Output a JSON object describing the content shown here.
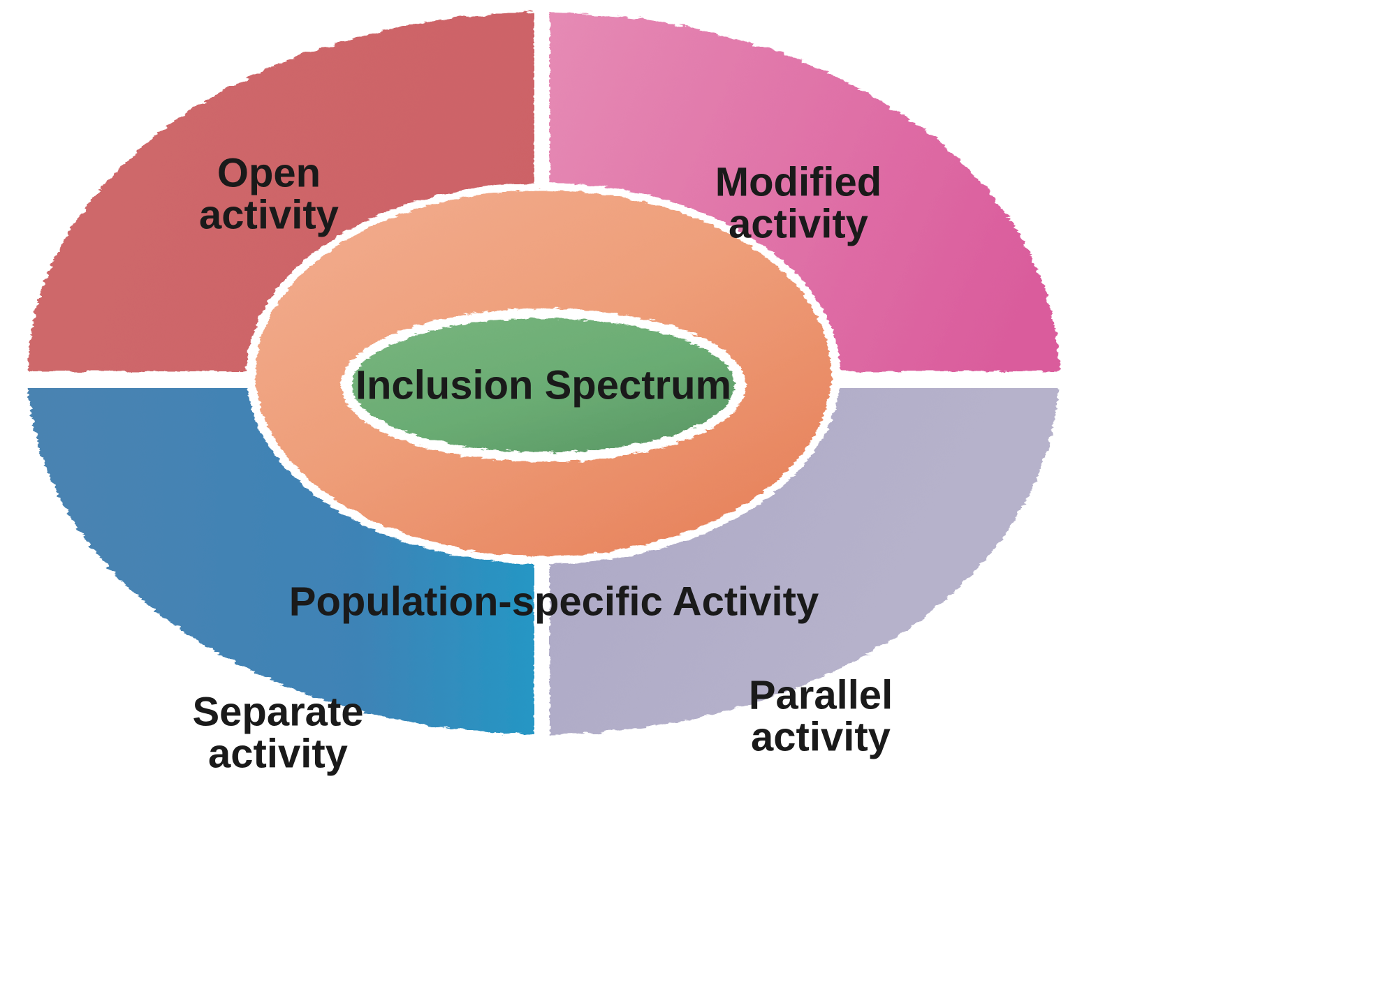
{
  "diagram": {
    "title": "Inclusion Spectrum",
    "type": "concentric-ellipse-quadrant-diagram",
    "core": {
      "label": "Inclusion Spectrum",
      "color": "#6FAF76",
      "color_end": "#5B9A66"
    },
    "middle_ring": {
      "label": "Population-specific Activity",
      "color": "#F0A483",
      "color_end": "#E8825C"
    },
    "quadrants": [
      {
        "id": "open",
        "label_line1": "Open",
        "label_line2": "activity",
        "position": "top-left",
        "color": "#CE6569",
        "color_end": "#C85C63"
      },
      {
        "id": "modified",
        "label_line1": "Modified",
        "label_line2": "activity",
        "position": "top-right",
        "color": "#E897BE",
        "color_end": "#DC5E9E"
      },
      {
        "id": "separate",
        "label_line1": "Separate",
        "label_line2": "activity",
        "position": "bottom-left",
        "color": "#4681B0",
        "color_end": "#00AFDA"
      },
      {
        "id": "parallel",
        "label_line1": "Parallel",
        "label_line2": "activity",
        "position": "bottom-right",
        "color": "#A8A3C2",
        "color_end": "#B3AFC8"
      }
    ],
    "divider_color": "#FFFFFF",
    "text_color": "#1A1A1A",
    "background": "#FFFFFF"
  }
}
